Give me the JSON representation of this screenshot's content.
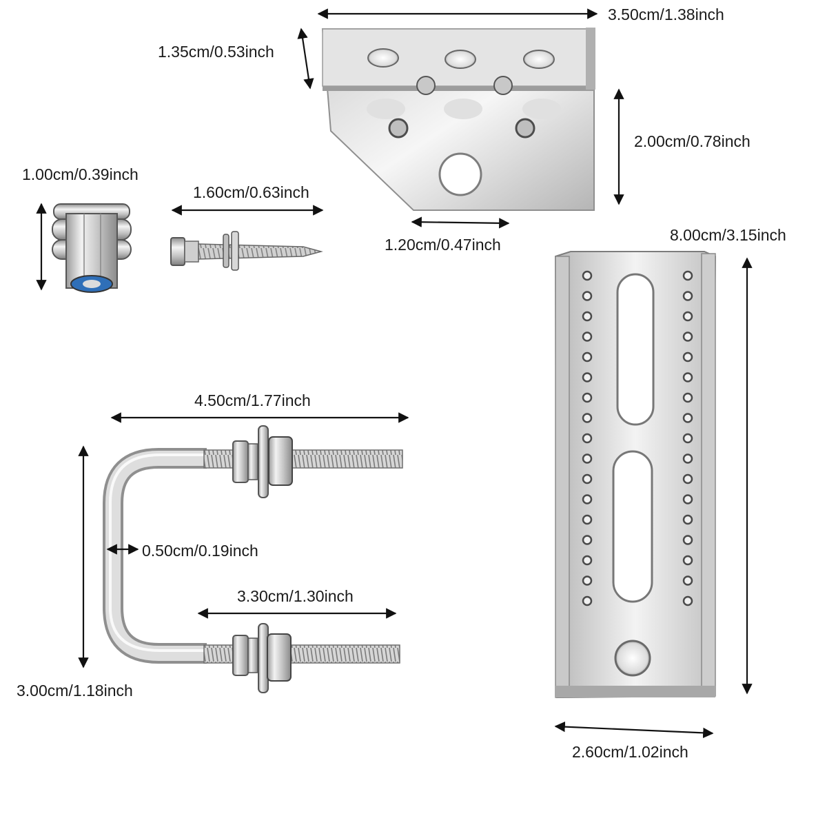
{
  "dimensions": {
    "bracket_width": "3.50cm/1.38inch",
    "bracket_flange": "1.35cm/0.53inch",
    "bracket_height": "2.00cm/0.78inch",
    "bracket_hole_width": "1.20cm/0.47inch",
    "nut_height": "1.00cm/0.39inch",
    "screw_length": "1.60cm/0.63inch",
    "rail_length": "8.00cm/3.15inch",
    "rail_width": "2.60cm/1.02inch",
    "ubolt_length": "4.50cm/1.77inch",
    "ubolt_rod_diameter": "0.50cm/0.19inch",
    "ubolt_thread_length": "3.30cm/1.30inch",
    "ubolt_height": "3.00cm/1.18inch"
  }
}
